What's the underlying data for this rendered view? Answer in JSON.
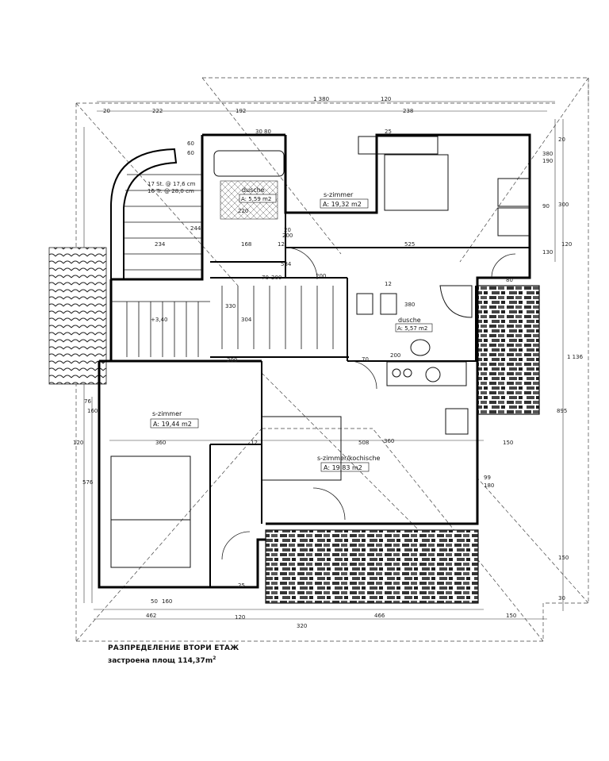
{
  "caption": {
    "title": "РАЗПРЕДЕЛЕНИЕ ВТОРИ ЕТАЖ",
    "area_text": "застроена площ 114,37m",
    "area_sup": "2"
  },
  "rooms": {
    "room_top_right": {
      "name": "s-zimmer",
      "area": "A: 19,32 m2"
    },
    "dusche_top": {
      "name": "dusche",
      "area": "A: 5,59 m2"
    },
    "dusche_mid": {
      "name": "dusche",
      "area": "A: 5,57 m2"
    },
    "room_left": {
      "name": "s-zimmer",
      "area": "A: 19,44 m2"
    },
    "room_center": {
      "name": "s-zimmer/kochische",
      "area": "A: 19,83 m2"
    }
  },
  "stair_note": {
    "line1": "17 St. @ 17,6 cm",
    "line2": "16 Tr. @ 28,0 cm"
  },
  "stair_level": "+3,40",
  "dims": {
    "top_total": "1 380",
    "top_120": "120",
    "top_20": "20",
    "top_222": "222",
    "top_192": "192",
    "top_238": "238",
    "d25a": "25",
    "d30": "30",
    "d80": "80",
    "d60": "60",
    "d220": "220",
    "d20b": "20",
    "d584": "584",
    "d525": "525",
    "d360": "360",
    "d168": "168",
    "d120": "120",
    "d244": "244",
    "d234": "234",
    "d12a": "12",
    "d200a": "200",
    "d200b": "200",
    "d70a": "70",
    "d330": "330",
    "d304": "304",
    "d12b": "12",
    "d380": "380",
    "d70b": "70",
    "d200c": "200",
    "d200d": "200",
    "d300": "300",
    "d190": "190",
    "d1136": "1 136",
    "d895": "895",
    "d150": "150",
    "d150b": "150",
    "d90": "90",
    "d130": "130",
    "d80b": "80",
    "d1380": "380",
    "d20c": "20",
    "d120b": "120",
    "d12c": "12",
    "d508": "508",
    "d360b": "360",
    "d76": "76",
    "d160": "160",
    "d120c": "120",
    "d576": "576",
    "d462": "462",
    "d466": "466",
    "d150c": "150",
    "d320": "320",
    "d120d": "120",
    "d50": "50",
    "d160b": "160",
    "d25b": "25",
    "d99": "99",
    "d180": "180",
    "d30b": "30",
    "d60b": "60",
    "d200e": "200"
  }
}
